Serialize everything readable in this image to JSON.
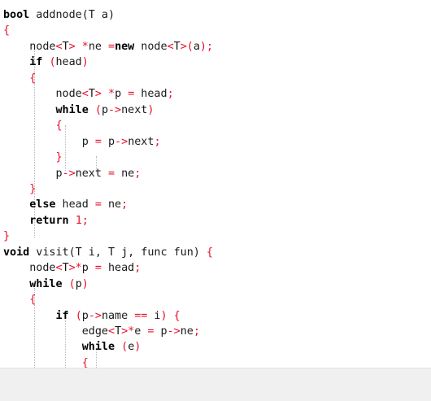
{
  "colors": {
    "keyword": "#000000",
    "operator": "#e8102c",
    "text": "#1a1a1a",
    "guide": "#b8b8b8",
    "bottom_bar": "#f0f0f0"
  },
  "code": {
    "lines": [
      [
        {
          "t": "bool",
          "c": "kw"
        },
        {
          "t": " addnode(T a)",
          "c": "tx"
        }
      ],
      [
        {
          "t": "{",
          "c": "op"
        }
      ],
      [
        {
          "t": "    node",
          "c": "tx"
        },
        {
          "t": "<",
          "c": "op"
        },
        {
          "t": "T",
          "c": "tx"
        },
        {
          "t": ">",
          "c": "op"
        },
        {
          "t": " *",
          "c": "op"
        },
        {
          "t": "ne ",
          "c": "tx"
        },
        {
          "t": "=",
          "c": "op"
        },
        {
          "t": "new",
          "c": "kw"
        },
        {
          "t": " node",
          "c": "tx"
        },
        {
          "t": "<",
          "c": "op"
        },
        {
          "t": "T",
          "c": "tx"
        },
        {
          "t": ">(",
          "c": "op"
        },
        {
          "t": "a",
          "c": "tx"
        },
        {
          "t": ");",
          "c": "op"
        }
      ],
      [
        {
          "t": "    ",
          "c": "tx"
        },
        {
          "t": "if",
          "c": "kw"
        },
        {
          "t": " ",
          "c": "tx"
        },
        {
          "t": "(",
          "c": "op"
        },
        {
          "t": "head",
          "c": "tx"
        },
        {
          "t": ")",
          "c": "op"
        }
      ],
      [
        {
          "t": "    ",
          "c": "tx"
        },
        {
          "t": "{",
          "c": "op"
        }
      ],
      [
        {
          "t": "        node",
          "c": "tx"
        },
        {
          "t": "<",
          "c": "op"
        },
        {
          "t": "T",
          "c": "tx"
        },
        {
          "t": ">",
          "c": "op"
        },
        {
          "t": " *",
          "c": "op"
        },
        {
          "t": "p ",
          "c": "tx"
        },
        {
          "t": "=",
          "c": "op"
        },
        {
          "t": " head",
          "c": "tx"
        },
        {
          "t": ";",
          "c": "op"
        }
      ],
      [
        {
          "t": "        ",
          "c": "tx"
        },
        {
          "t": "while",
          "c": "kw"
        },
        {
          "t": " ",
          "c": "tx"
        },
        {
          "t": "(",
          "c": "op"
        },
        {
          "t": "p",
          "c": "tx"
        },
        {
          "t": "->",
          "c": "op"
        },
        {
          "t": "next",
          "c": "tx"
        },
        {
          "t": ")",
          "c": "op"
        }
      ],
      [
        {
          "t": "        ",
          "c": "tx"
        },
        {
          "t": "{",
          "c": "op"
        }
      ],
      [
        {
          "t": "            p ",
          "c": "tx"
        },
        {
          "t": "=",
          "c": "op"
        },
        {
          "t": " p",
          "c": "tx"
        },
        {
          "t": "->",
          "c": "op"
        },
        {
          "t": "next",
          "c": "tx"
        },
        {
          "t": ";",
          "c": "op"
        }
      ],
      [
        {
          "t": "        ",
          "c": "tx"
        },
        {
          "t": "}",
          "c": "op"
        }
      ],
      [
        {
          "t": "        p",
          "c": "tx"
        },
        {
          "t": "->",
          "c": "op"
        },
        {
          "t": "next ",
          "c": "tx"
        },
        {
          "t": "=",
          "c": "op"
        },
        {
          "t": " ne",
          "c": "tx"
        },
        {
          "t": ";",
          "c": "op"
        }
      ],
      [
        {
          "t": "    ",
          "c": "tx"
        },
        {
          "t": "}",
          "c": "op"
        }
      ],
      [
        {
          "t": "    ",
          "c": "tx"
        },
        {
          "t": "else",
          "c": "kw"
        },
        {
          "t": " head ",
          "c": "tx"
        },
        {
          "t": "=",
          "c": "op"
        },
        {
          "t": " ne",
          "c": "tx"
        },
        {
          "t": ";",
          "c": "op"
        }
      ],
      [
        {
          "t": "    ",
          "c": "tx"
        },
        {
          "t": "return",
          "c": "kw"
        },
        {
          "t": " ",
          "c": "tx"
        },
        {
          "t": "1",
          "c": "op"
        },
        {
          "t": ";",
          "c": "op"
        }
      ],
      [
        {
          "t": "}",
          "c": "op"
        }
      ],
      [
        {
          "t": "void",
          "c": "kw"
        },
        {
          "t": " visit(T i, T j, func fun) ",
          "c": "tx"
        },
        {
          "t": "{",
          "c": "op"
        }
      ],
      [
        {
          "t": "    node",
          "c": "tx"
        },
        {
          "t": "<",
          "c": "op"
        },
        {
          "t": "T",
          "c": "tx"
        },
        {
          "t": ">*",
          "c": "op"
        },
        {
          "t": "p ",
          "c": "tx"
        },
        {
          "t": "=",
          "c": "op"
        },
        {
          "t": " head",
          "c": "tx"
        },
        {
          "t": ";",
          "c": "op"
        }
      ],
      [
        {
          "t": "    ",
          "c": "tx"
        },
        {
          "t": "while",
          "c": "kw"
        },
        {
          "t": " ",
          "c": "tx"
        },
        {
          "t": "(",
          "c": "op"
        },
        {
          "t": "p",
          "c": "tx"
        },
        {
          "t": ")",
          "c": "op"
        }
      ],
      [
        {
          "t": "    ",
          "c": "tx"
        },
        {
          "t": "{",
          "c": "op"
        }
      ],
      [
        {
          "t": "        ",
          "c": "tx"
        },
        {
          "t": "if",
          "c": "kw"
        },
        {
          "t": " ",
          "c": "tx"
        },
        {
          "t": "(",
          "c": "op"
        },
        {
          "t": "p",
          "c": "tx"
        },
        {
          "t": "->",
          "c": "op"
        },
        {
          "t": "name ",
          "c": "tx"
        },
        {
          "t": "==",
          "c": "op"
        },
        {
          "t": " i",
          "c": "tx"
        },
        {
          "t": ")",
          "c": "op"
        },
        {
          "t": " ",
          "c": "tx"
        },
        {
          "t": "{",
          "c": "op"
        }
      ],
      [
        {
          "t": "            edge",
          "c": "tx"
        },
        {
          "t": "<",
          "c": "op"
        },
        {
          "t": "T",
          "c": "tx"
        },
        {
          "t": ">*",
          "c": "op"
        },
        {
          "t": "e ",
          "c": "tx"
        },
        {
          "t": "=",
          "c": "op"
        },
        {
          "t": " p",
          "c": "tx"
        },
        {
          "t": "->",
          "c": "op"
        },
        {
          "t": "ne",
          "c": "tx"
        },
        {
          "t": ";",
          "c": "op"
        }
      ],
      [
        {
          "t": "            ",
          "c": "tx"
        },
        {
          "t": "while",
          "c": "kw"
        },
        {
          "t": " ",
          "c": "tx"
        },
        {
          "t": "(",
          "c": "op"
        },
        {
          "t": "e",
          "c": "tx"
        },
        {
          "t": ")",
          "c": "op"
        }
      ],
      [
        {
          "t": "            ",
          "c": "tx"
        },
        {
          "t": "{",
          "c": "op"
        }
      ]
    ]
  }
}
